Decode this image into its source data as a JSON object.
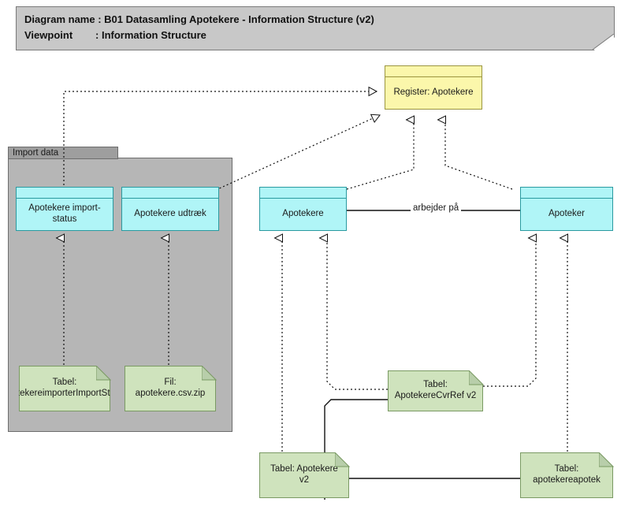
{
  "header": {
    "diagram_name_label": "Diagram name",
    "diagram_name_sep": ": ",
    "diagram_name_value": "B01 Datasamling Apotekere - Information Structure (v2)",
    "viewpoint_label": "Viewpoint",
    "viewpoint_sep": ": ",
    "viewpoint_value": "Information Structure",
    "line1": "Diagram name : B01 Datasamling Apotekere - Information Structure (v2)",
    "line2": "Viewpoint        : Information Structure"
  },
  "group": {
    "import_data_label": "Import data"
  },
  "nodes": {
    "register_apotekere": "Register: Apotekere",
    "apotekere_import_status": "Apotekere import-status",
    "apotekere_udtraek": "Apotekere udtræk",
    "apotekere": "Apotekere",
    "apoteker": "Apoteker",
    "tabel_apotekereimporterimportstatus": "Tabel: apotekereimporterImportStatus",
    "fil_apotekere_csv_zip": "Fil: apotekere.csv.zip",
    "tabel_apotekerecvrref_v2": "Tabel: ApotekereCvrRef v2",
    "tabel_apotekere_v2": "Tabel: Apotekere v2",
    "tabel_apotekereapotek": "Tabel: apotekereapotek"
  },
  "edges": {
    "arbejder_paa": "arbejder på"
  },
  "colors": {
    "header_gray": "#c8c8c8",
    "group_gray": "#b6b6b6",
    "group_tab_gray": "#9e9e9e",
    "class_cyan": "#b0f5f7",
    "register_yellow": "#fbf7ab",
    "artifact_green": "#cfe3bd",
    "line_black": "#111111",
    "canvas_white": "#ffffff"
  }
}
